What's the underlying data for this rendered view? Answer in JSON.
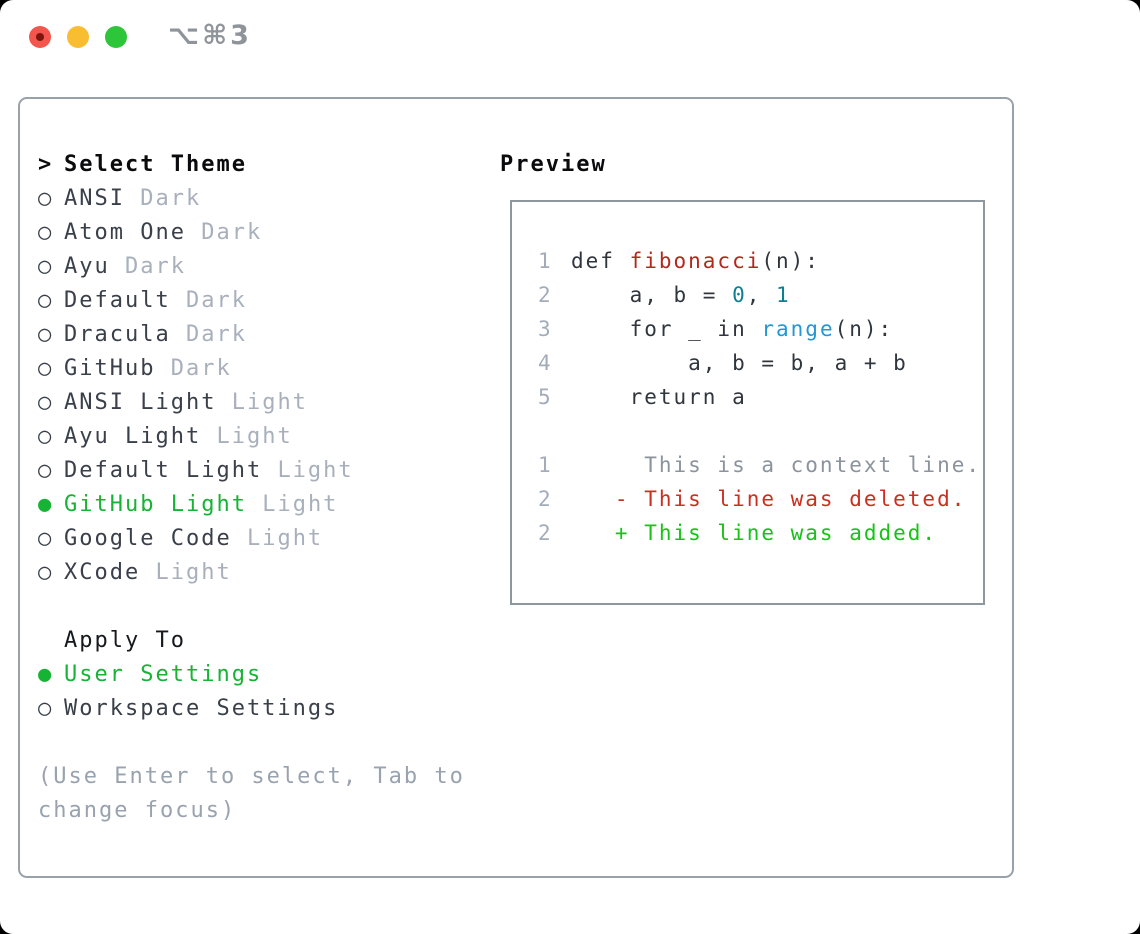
{
  "titlebar": {
    "shortcut": "⌥⌘3"
  },
  "glyphs": {
    "radio_unselected": "○",
    "radio_selected": "●",
    "header_prefix": ">"
  },
  "theme_section": {
    "header_prefix": ">",
    "header": "Select Theme",
    "items": [
      {
        "name": "ANSI",
        "variant": "Dark",
        "selected": false
      },
      {
        "name": "Atom One",
        "variant": "Dark",
        "selected": false
      },
      {
        "name": "Ayu",
        "variant": "Dark",
        "selected": false
      },
      {
        "name": "Default",
        "variant": "Dark",
        "selected": false
      },
      {
        "name": "Dracula",
        "variant": "Dark",
        "selected": false
      },
      {
        "name": "GitHub",
        "variant": "Dark",
        "selected": false
      },
      {
        "name": "ANSI Light",
        "variant": "Light",
        "selected": false
      },
      {
        "name": "Ayu Light",
        "variant": "Light",
        "selected": false
      },
      {
        "name": "Default Light",
        "variant": "Light",
        "selected": false
      },
      {
        "name": "GitHub Light",
        "variant": "Light",
        "selected": true
      },
      {
        "name": "Google Code",
        "variant": "Light",
        "selected": false
      },
      {
        "name": "XCode",
        "variant": "Light",
        "selected": false
      }
    ]
  },
  "apply_section": {
    "header": "Apply To",
    "items": [
      {
        "name": "User Settings",
        "selected": true
      },
      {
        "name": "Workspace Settings",
        "selected": false
      }
    ]
  },
  "hint": "(Use Enter to select, Tab to change focus)",
  "preview": {
    "header": "Preview",
    "lines": [
      {
        "num": "1",
        "tokens": [
          {
            "text": "def ",
            "style": "code"
          },
          {
            "text": "fibonacci",
            "style": "function"
          },
          {
            "text": "(n):",
            "style": "code"
          }
        ]
      },
      {
        "num": "2",
        "tokens": [
          {
            "text": "    a, b = ",
            "style": "code"
          },
          {
            "text": "0",
            "style": "number"
          },
          {
            "text": ", ",
            "style": "code"
          },
          {
            "text": "1",
            "style": "number"
          }
        ]
      },
      {
        "num": "3",
        "tokens": [
          {
            "text": "    for _ in ",
            "style": "code"
          },
          {
            "text": "range",
            "style": "builtin"
          },
          {
            "text": "(n):",
            "style": "code"
          }
        ]
      },
      {
        "num": "4",
        "tokens": [
          {
            "text": "        a, b = b, a + b",
            "style": "code"
          }
        ]
      },
      {
        "num": "5",
        "tokens": [
          {
            "text": "    return a",
            "style": "code"
          }
        ]
      },
      {
        "num": "",
        "tokens": []
      },
      {
        "num": "1",
        "tokens": [
          {
            "text": "     This is a context line.",
            "style": "context"
          }
        ]
      },
      {
        "num": "2",
        "tokens": [
          {
            "text": "   - This line was deleted.",
            "style": "deleted"
          }
        ]
      },
      {
        "num": "2",
        "tokens": [
          {
            "text": "   + This line was added.",
            "style": "added"
          }
        ]
      }
    ]
  },
  "colors": {
    "selection_green": "#17b334",
    "item_dark": "#3a404a",
    "variant_gray": "#a8b0bc",
    "header_black": "#0b0b0d",
    "hint_gray": "#99a3af",
    "border_gray": "#99a1ab",
    "preview_border": "#8e969e",
    "line_number": "#a3adba",
    "code_default": "#30363d",
    "function_red": "#b2281c",
    "number_teal": "#0e7f90",
    "builtin_blue": "#2197d4",
    "context_gray": "#8b939c",
    "deleted_red": "#cb2f20",
    "added_green": "#16c316",
    "titlebar_gray": "#8f949a",
    "traffic_red": "#f3564c",
    "traffic_yellow": "#f9bd32",
    "traffic_green": "#2dc53a"
  }
}
